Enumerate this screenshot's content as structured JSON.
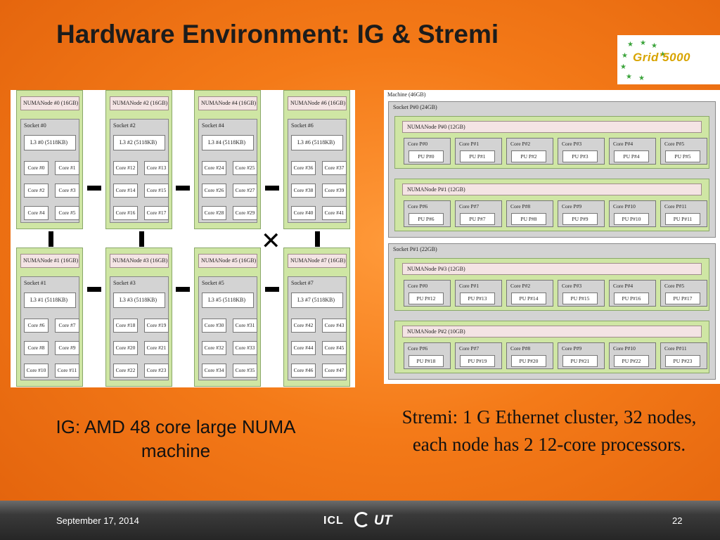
{
  "slide": {
    "title": "Hardware Environment: IG & Stremi",
    "logo_text": "Grid’5000",
    "caption_ig": "IG: AMD 48 core large NUMA machine",
    "caption_stremi": "Stremi: 1 G Ethernet cluster, 32 nodes,  each node has 2 12-core processors.",
    "footer": {
      "date": "September 17, 2014",
      "page_number": "22",
      "logo_text": "ICL",
      "logo_ut": "UT"
    }
  },
  "ig": {
    "nodes": [
      {
        "numa": "NUMANode #0 (16GB)",
        "socket": "Socket #0",
        "l3": "L3 #0 (5118KB)",
        "cores": [
          "Core #0",
          "Core #1",
          "Core #2",
          "Core #3",
          "Core #4",
          "Core #5"
        ]
      },
      {
        "numa": "NUMANode #2 (16GB)",
        "socket": "Socket #2",
        "l3": "L3 #2 (5118KB)",
        "cores": [
          "Core #12",
          "Core #13",
          "Core #14",
          "Core #15",
          "Core #16",
          "Core #17"
        ]
      },
      {
        "numa": "NUMANode #4 (16GB)",
        "socket": "Socket #4",
        "l3": "L3 #4 (5118KB)",
        "cores": [
          "Core #24",
          "Core #25",
          "Core #26",
          "Core #27",
          "Core #28",
          "Core #29"
        ]
      },
      {
        "numa": "NUMANode #6 (16GB)",
        "socket": "Socket #6",
        "l3": "L3 #6 (5118KB)",
        "cores": [
          "Core #36",
          "Core #37",
          "Core #38",
          "Core #39",
          "Core #40",
          "Core #41"
        ]
      },
      {
        "numa": "NUMANode #1 (16GB)",
        "socket": "Socket #1",
        "l3": "L3 #1 (5118KB)",
        "cores": [
          "Core #6",
          "Core #7",
          "Core #8",
          "Core #9",
          "Core #10",
          "Core #11"
        ]
      },
      {
        "numa": "NUMANode #3 (16GB)",
        "socket": "Socket #3",
        "l3": "L3 #3 (5118KB)",
        "cores": [
          "Core #18",
          "Core #19",
          "Core #20",
          "Core #21",
          "Core #22",
          "Core #23"
        ]
      },
      {
        "numa": "NUMANode #5 (16GB)",
        "socket": "Socket #5",
        "l3": "L3 #5 (5118KB)",
        "cores": [
          "Core #30",
          "Core #31",
          "Core #32",
          "Core #33",
          "Core #34",
          "Core #35"
        ]
      },
      {
        "numa": "NUMANode #7 (16GB)",
        "socket": "Socket #7",
        "l3": "L3 #7 (5118KB)",
        "cores": [
          "Core #42",
          "Core #43",
          "Core #44",
          "Core #45",
          "Core #46",
          "Core #47"
        ]
      }
    ]
  },
  "stremi": {
    "machine": "Machine (46GB)",
    "sockets": [
      {
        "label": "Socket P#0 (24GB)",
        "numas": [
          {
            "label": "NUMANode P#0 (12GB)",
            "cores": [
              "Core P#0",
              "Core P#1",
              "Core P#2",
              "Core P#3",
              "Core P#4",
              "Core P#5"
            ],
            "pus": [
              "PU P#0",
              "PU P#1",
              "PU P#2",
              "PU P#3",
              "PU P#4",
              "PU P#5"
            ]
          },
          {
            "label": "NUMANode P#1 (12GB)",
            "cores": [
              "Core P#6",
              "Core P#7",
              "Core P#8",
              "Core P#9",
              "Core P#10",
              "Core P#11"
            ],
            "pus": [
              "PU P#6",
              "PU P#7",
              "PU P#8",
              "PU P#9",
              "PU P#10",
              "PU P#11"
            ]
          }
        ]
      },
      {
        "label": "Socket P#1 (22GB)",
        "numas": [
          {
            "label": "NUMANode P#3 (12GB)",
            "cores": [
              "Core P#0",
              "Core P#1",
              "Core P#2",
              "Core P#3",
              "Core P#4",
              "Core P#5"
            ],
            "pus": [
              "PU P#12",
              "PU P#13",
              "PU P#14",
              "PU P#15",
              "PU P#16",
              "PU P#17"
            ]
          },
          {
            "label": "NUMANode P#2 (10GB)",
            "cores": [
              "Core P#6",
              "Core P#7",
              "Core P#8",
              "Core P#9",
              "Core P#10",
              "Core P#11"
            ],
            "pus": [
              "PU P#18",
              "PU P#19",
              "PU P#20",
              "PU P#21",
              "PU P#22",
              "PU P#23"
            ]
          }
        ]
      }
    ]
  }
}
